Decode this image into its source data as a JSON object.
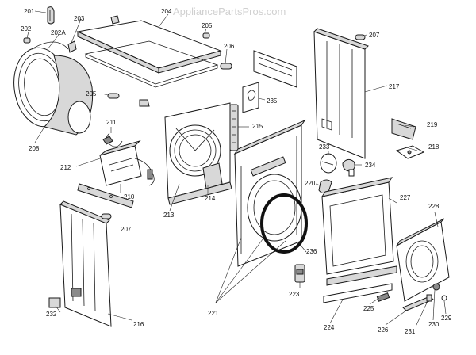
{
  "watermark": "AppliancePartsPros.com",
  "labels": {
    "l201": "201",
    "l202": "202",
    "l202A": "202A",
    "l203": "203",
    "l204": "204",
    "l205a": "205",
    "l205b": "205",
    "l206": "206",
    "l207a": "207",
    "l207b": "207",
    "l208": "208",
    "l210": "210",
    "l211": "211",
    "l212": "212",
    "l213": "213",
    "l214": "214",
    "l215": "215",
    "l216": "216",
    "l217": "217",
    "l218": "218",
    "l219": "219",
    "l220": "220",
    "l221": "221",
    "l223": "223",
    "l224": "224",
    "l225": "225",
    "l226": "226",
    "l227": "227",
    "l228": "228",
    "l229": "229",
    "l230": "230",
    "l231": "231",
    "l232": "232",
    "l233": "233",
    "l234": "234",
    "l235": "235",
    "l236": "236"
  }
}
